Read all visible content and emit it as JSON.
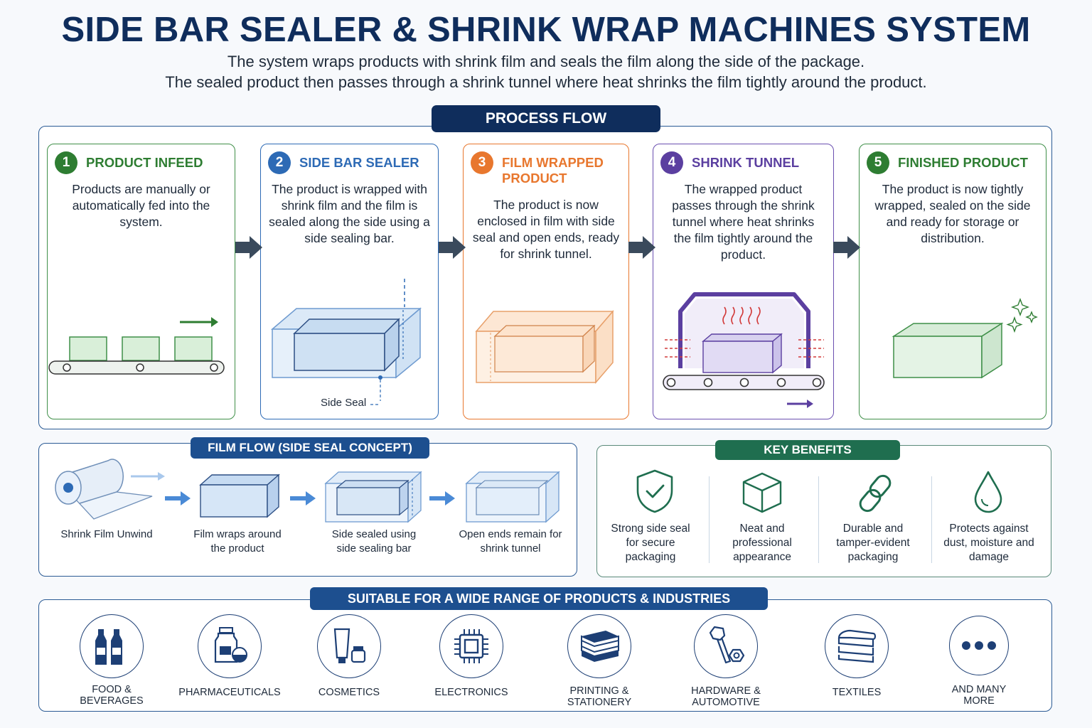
{
  "header": {
    "title": "SIDE BAR SEALER & SHRINK WRAP MACHINES SYSTEM",
    "subtitle_line1": "The system wraps products with shrink film and seals the film along the side of the package.",
    "subtitle_line2": "The sealed product then passes through a shrink tunnel where heat shrinks the film tightly around the product."
  },
  "process_flow": {
    "label": "PROCESS FLOW",
    "steps": [
      {
        "number": "1",
        "title": "PRODUCT INFEED",
        "text": "Products are manually or automatically fed into the system.",
        "color": "#2e7d32"
      },
      {
        "number": "2",
        "title": "SIDE BAR SEALER",
        "text": "The product is wrapped with shrink film and the film is sealed along the side using a side sealing bar.",
        "color": "#2d6ab5",
        "callout": "Side Seal"
      },
      {
        "number": "3",
        "title": "FILM WRAPPED PRODUCT",
        "text": "The product is now enclosed in film with side seal and open ends, ready for shrink tunnel.",
        "color": "#e8772e"
      },
      {
        "number": "4",
        "title": "SHRINK TUNNEL",
        "text": "The wrapped product passes through the shrink tunnel where heat shrinks the film tightly around the product.",
        "color": "#5b3fa0"
      },
      {
        "number": "5",
        "title": "FINISHED PRODUCT",
        "text": "The product is now tightly wrapped, sealed on the side and ready for storage or distribution.",
        "color": "#2e7d32"
      }
    ]
  },
  "film_flow": {
    "label": "FILM FLOW (SIDE SEAL CONCEPT)",
    "steps": [
      {
        "caption": "Shrink Film Unwind"
      },
      {
        "caption": "Film wraps around the product"
      },
      {
        "caption": "Side sealed using side sealing bar"
      },
      {
        "caption": "Open ends remain for shrink tunnel"
      }
    ]
  },
  "key_benefits": {
    "label": "KEY BENEFITS",
    "items": [
      {
        "text": "Strong side seal for secure packaging",
        "icon": "shield-check-icon"
      },
      {
        "text": "Neat and professional appearance",
        "icon": "cube-icon"
      },
      {
        "text": "Durable and tamper-evident packaging",
        "icon": "chain-link-icon"
      },
      {
        "text": "Protects against dust, moisture and damage",
        "icon": "droplet-icon"
      }
    ]
  },
  "industries": {
    "label": "SUITABLE FOR A WIDE RANGE OF PRODUCTS & INDUSTRIES",
    "items": [
      {
        "label": "FOOD & BEVERAGES",
        "icon": "bottles-icon"
      },
      {
        "label": "PHARMACEUTICALS",
        "icon": "medicine-icon"
      },
      {
        "label": "COSMETICS",
        "icon": "cosmetics-icon"
      },
      {
        "label": "ELECTRONICS",
        "icon": "chip-icon"
      },
      {
        "label": "PRINTING & STATIONERY",
        "icon": "books-icon"
      },
      {
        "label": "HARDWARE & AUTOMOTIVE",
        "icon": "bolt-nut-icon"
      },
      {
        "label": "TEXTILES",
        "icon": "folded-cloth-icon"
      },
      {
        "label": "AND MANY MORE",
        "icon": "more-dots-icon"
      }
    ]
  },
  "colors": {
    "navy": "#0f2d5c",
    "blue": "#2d6ab5",
    "green": "#2e7d32",
    "orange": "#e8772e",
    "purple": "#5b3fa0",
    "teal_green": "#1f6e4f"
  }
}
